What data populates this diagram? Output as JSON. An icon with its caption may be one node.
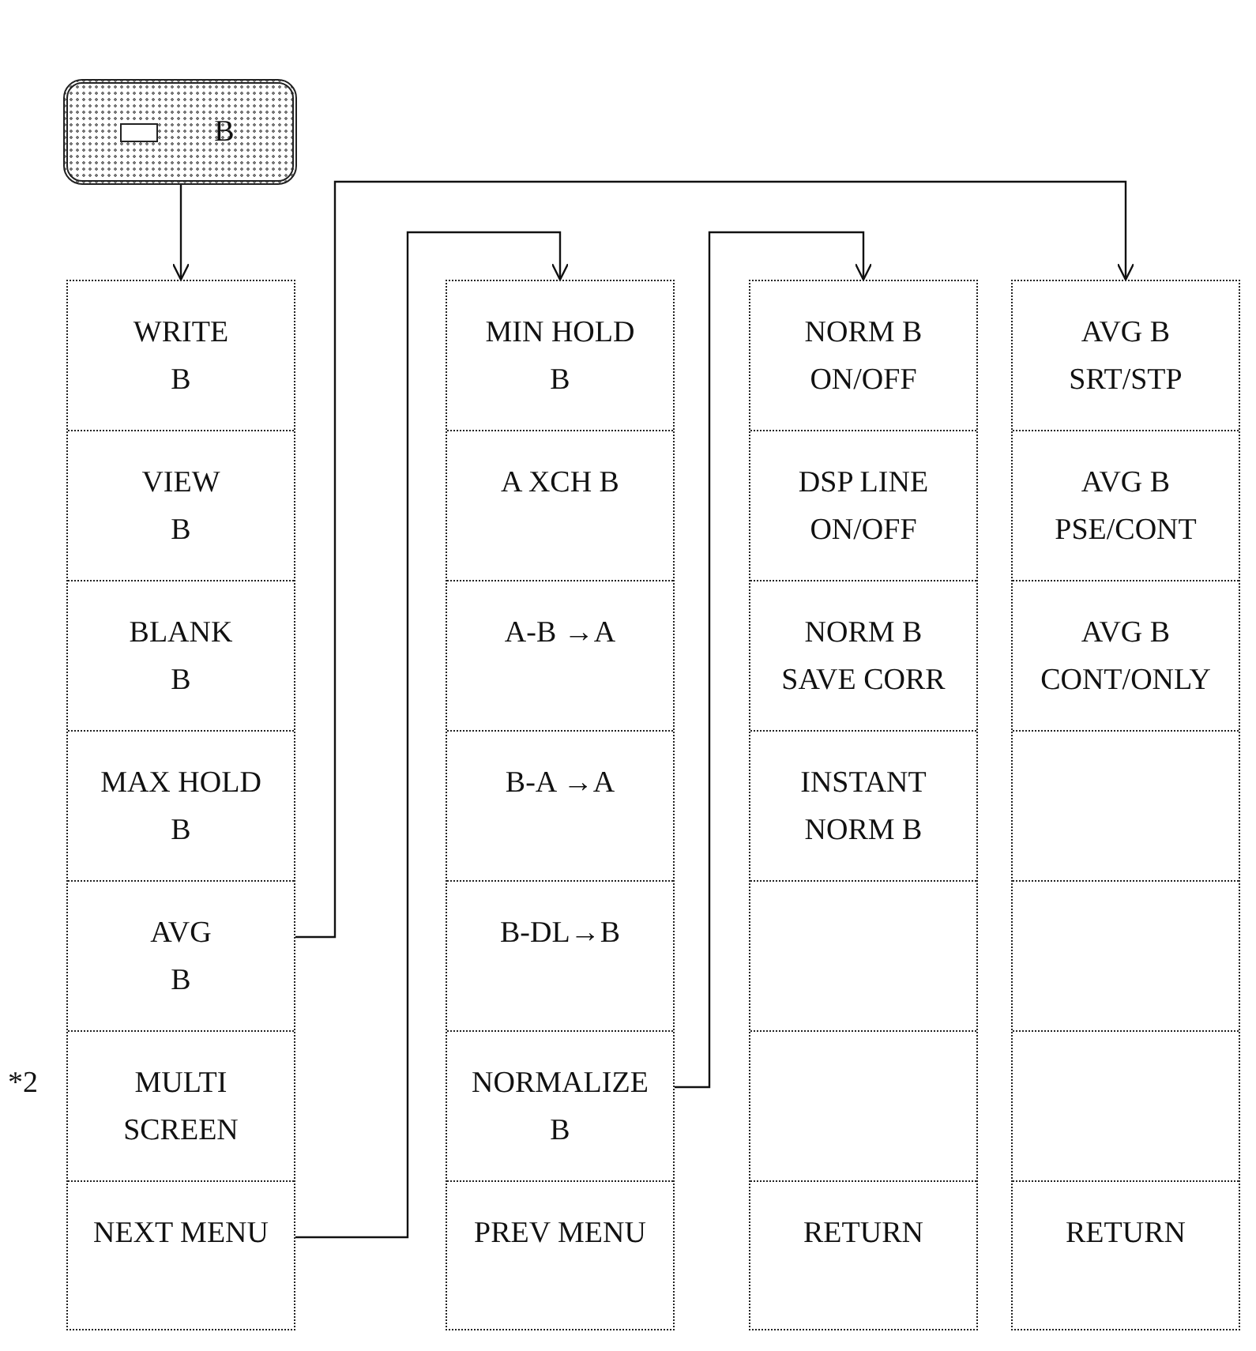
{
  "diagram": {
    "nodes": [
      {
        "text": [
          "B"
        ]
      },
      {
        "text": [],
        "shape": "box"
      },
      {
        "text": [
          "WRITE B"
        ],
        "in": 1
      },
      {
        "text": [
          "VIEW B"
        ],
        "in": 1
      },
      {
        "text": [
          "BLANK B"
        ],
        "in": 1
      },
      {
        "text": [
          "MAX HOLD B"
        ],
        "in": 1
      },
      {
        "text": [
          "AVG B"
        ],
        "in": 1
      },
      {
        "text": [
          "MULTI SCREEN"
        ],
        "in": 1,
        "beside": [
          "*2"
        ]
      },
      {
        "text": [
          "NEXT MENU"
        ],
        "in": 1
      },
      {
        "text": [],
        "shape": "box"
      },
      {
        "text": [
          "MIN HOLD B"
        ],
        "in": 9
      },
      {
        "text": [
          "A XCH B"
        ],
        "in": 9
      },
      {
        "text": [
          "A-B →A"
        ],
        "in": 9
      },
      {
        "text": [
          "B-A →A"
        ],
        "in": 9
      },
      {
        "text": [
          "B-DL→B"
        ],
        "in": 9
      },
      {
        "text": [
          "NORMALIZE B"
        ],
        "in": 9
      },
      {
        "text": [
          "PREV MENU"
        ],
        "in": 9
      },
      {
        "text": [],
        "shape": "box"
      },
      {
        "text": [
          "NORM B ON/OFF"
        ],
        "in": 17
      },
      {
        "text": [
          "DSP LINE ON/OFF"
        ],
        "in": 17
      },
      {
        "text": [
          "NORM B SAVE CORR"
        ],
        "in": 17
      },
      {
        "text": [
          "INSTANT NORM B"
        ],
        "in": 17
      },
      {
        "text": [],
        "shape": "box",
        "in": 17
      },
      {
        "text": [],
        "shape": "box",
        "in": 17
      },
      {
        "text": [
          "RETURN"
        ],
        "in": 17
      },
      {
        "text": [],
        "shape": "box"
      },
      {
        "text": [
          "AVG B SRT/STP"
        ],
        "in": 25
      },
      {
        "text": [
          "AVG B PSE/CONT"
        ],
        "in": 25
      },
      {
        "text": [
          "AVG B CONT/ONLY"
        ],
        "in": 25
      },
      {
        "text": [],
        "shape": "box",
        "in": 25
      },
      {
        "text": [],
        "shape": "box",
        "in": 25
      },
      {
        "text": [],
        "shape": "box",
        "in": 25
      },
      {
        "text": [
          "RETURN"
        ],
        "in": 25
      }
    ],
    "edges": [
      {
        "from": 0,
        "to": 1,
        "arrow": "to"
      },
      {
        "from": 6,
        "to": 25,
        "arrow": "to"
      },
      {
        "from": 8,
        "to": 9,
        "arrow": "to"
      },
      {
        "from": 15,
        "to": 17,
        "arrow": "to"
      }
    ]
  }
}
